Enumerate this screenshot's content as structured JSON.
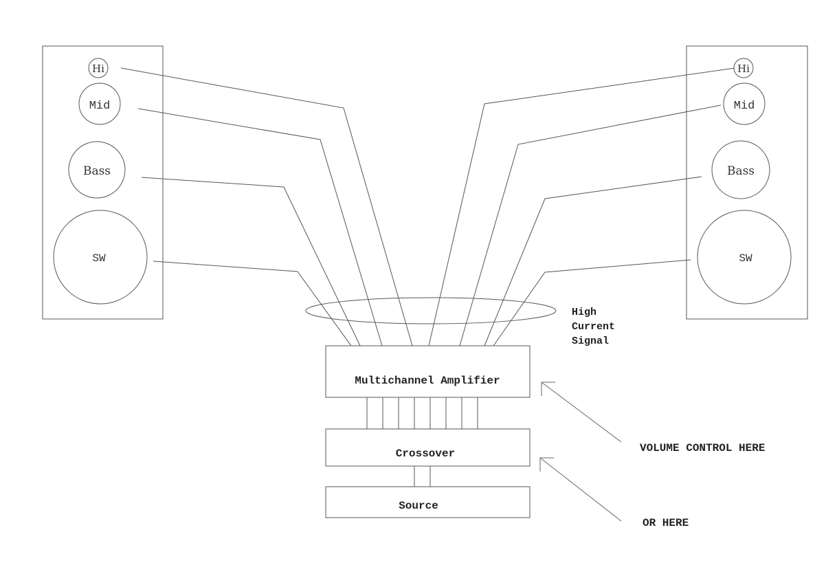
{
  "speakers": {
    "left": {
      "drivers": [
        {
          "label": "Hi"
        },
        {
          "label": "Mid"
        },
        {
          "label": "Bass"
        },
        {
          "label": "SW"
        }
      ]
    },
    "right": {
      "drivers": [
        {
          "label": "Hi"
        },
        {
          "label": "Mid"
        },
        {
          "label": "Bass"
        },
        {
          "label": "SW"
        }
      ]
    }
  },
  "signal_label": [
    "High",
    "Current",
    "Signal"
  ],
  "blocks": {
    "amplifier": "Multichannel Amplifier",
    "crossover": "Crossover",
    "source": "Source"
  },
  "annotations": {
    "volume": "VOLUME CONTROL HERE",
    "or_here": "OR HERE"
  }
}
